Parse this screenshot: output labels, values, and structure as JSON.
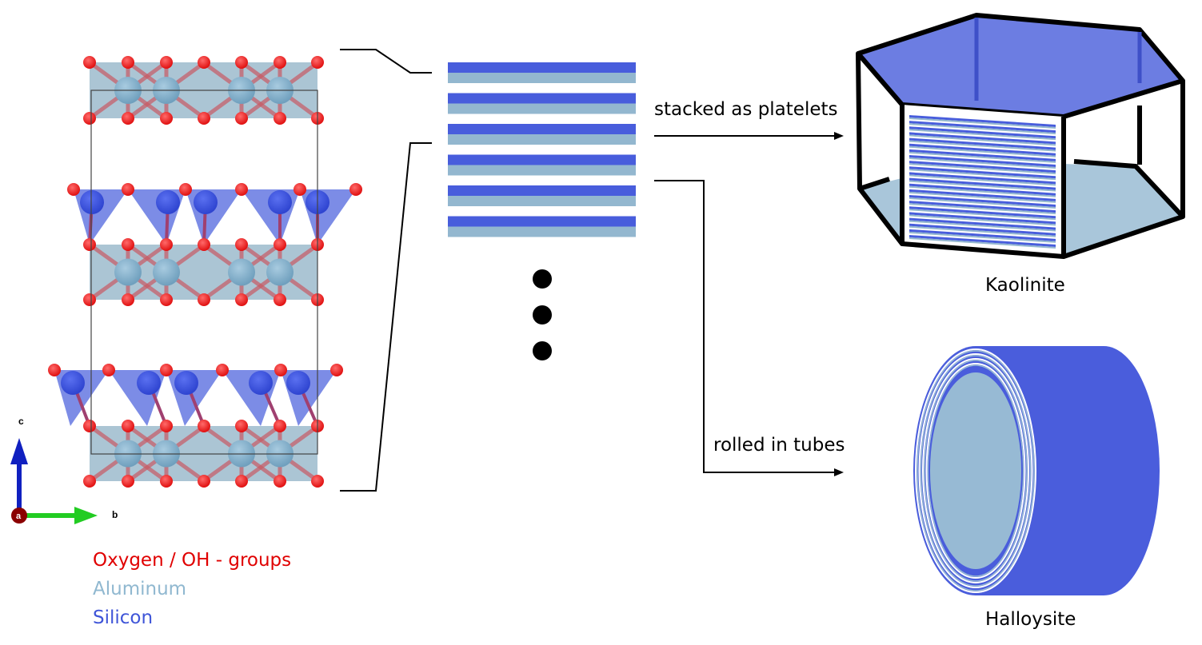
{
  "diagram": {
    "flows": {
      "platelets_label": "stacked as platelets",
      "tubes_label": "rolled in tubes"
    },
    "products": {
      "kaolinite": "Kaolinite",
      "halloysite": "Halloysite"
    },
    "legend": [
      {
        "label": "Oxygen / OH - groups",
        "color": "#e00000"
      },
      {
        "label": "Aluminum",
        "color": "#90b8d0"
      },
      {
        "label": "Silicon",
        "color": "#3f55d8"
      }
    ],
    "axes": {
      "a": "a",
      "b": "b",
      "c": "c"
    },
    "colors": {
      "oxygen": "#e01010",
      "aluminum": "#6f9fbd",
      "aluminum_sheet": "#8fb2c6",
      "silicon": "#2e44d0",
      "silicon_sheet": "#4a5fdd",
      "layer_si": "#485ddc",
      "layer_al": "#93b7cf",
      "hex_top": "#6c7de2",
      "hex_floor": "#a9c6da",
      "tube_body": "#4a5ddc",
      "tube_face": "#97bad4",
      "axis_a": "#8b0000",
      "axis_b": "#22cc22",
      "axis_c": "#1020c0"
    },
    "layer_stack_count": 6,
    "continuation_dots": 3,
    "platelet_stripe_count": 22,
    "tube_ring_count": 4
  }
}
